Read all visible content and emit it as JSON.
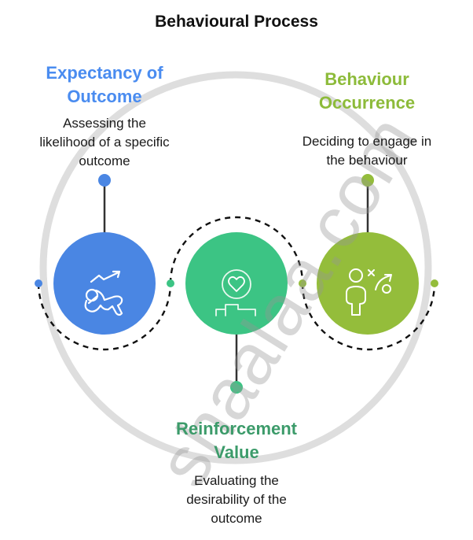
{
  "title": "Behavioural Process",
  "watermark": "shaalaa.com",
  "colors": {
    "blue": "#4A86E3",
    "green": "#3CC484",
    "lime": "#94BD3B",
    "green_text": "#3C9B6A",
    "blue_text": "#4A8CF0",
    "lime_text": "#8DBB3A",
    "connector": "#333333",
    "dash": "#111111"
  },
  "stages": [
    {
      "id": "expectancy",
      "title_lines": [
        "Expectancy of",
        "Outcome"
      ],
      "desc_lines": [
        "Assessing the",
        "likelihood of a specific",
        "outcome"
      ],
      "icon": "growth-chart-person-icon",
      "color": "blue"
    },
    {
      "id": "reinforcement",
      "title_lines": [
        "Reinforcement",
        "Value"
      ],
      "desc_lines": [
        "Evaluating the",
        "desirability of the",
        "outcome"
      ],
      "icon": "heart-podium-icon",
      "color": "green"
    },
    {
      "id": "occurrence",
      "title_lines": [
        "Behaviour",
        "Occurrence"
      ],
      "desc_lines": [
        "Deciding to engage in",
        "the behaviour"
      ],
      "icon": "person-strategy-icon",
      "color": "lime"
    }
  ]
}
